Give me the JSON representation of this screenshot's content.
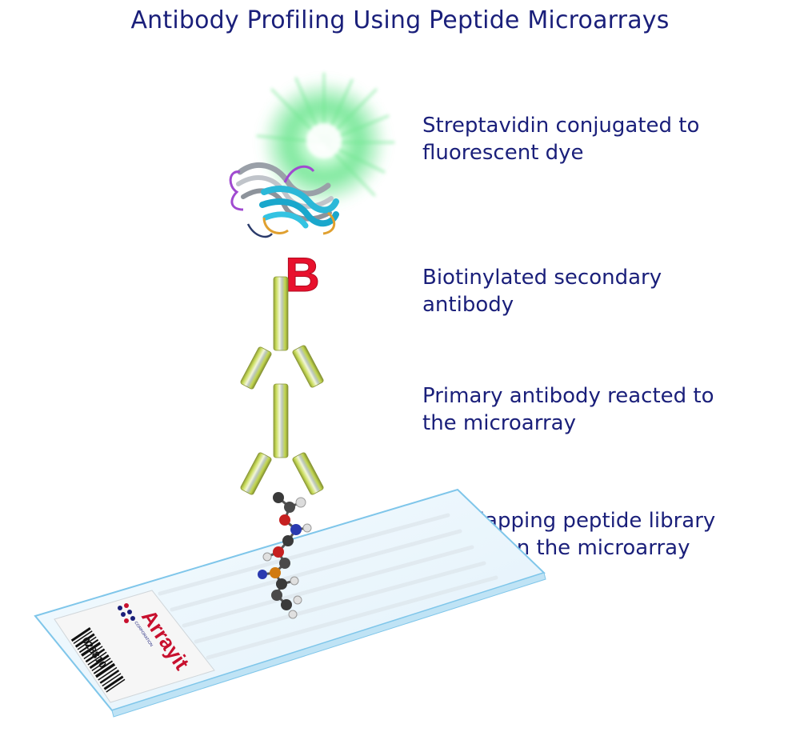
{
  "title": "Antibody Profiling Using Peptide Microarrays",
  "steps": [
    {
      "line1": "Streptavidin conjugated to",
      "line2": "fluorescent dye"
    },
    {
      "line1": "Biotinylated secondary",
      "line2": "antibody"
    },
    {
      "line1": "Primary antibody reacted to",
      "line2": "the microarray"
    },
    {
      "line1": "Over lapping peptide library",
      "line2": "printed on the microarray"
    }
  ],
  "biotin_letter": "B",
  "slide": {
    "brand": "Arrayit",
    "brand_sub": "CORPORATION",
    "barcode_number": "028810"
  },
  "colors": {
    "title_text": "#1a1f7a",
    "label_text": "#1a1f7a",
    "biotin": "#e8112d",
    "antibody_body": "#b9cf4a",
    "glow": "#4fe07a",
    "slide_edge": "#7fc6ea",
    "brand": "#c8102e",
    "brand_dots": "#1a1f7a"
  }
}
